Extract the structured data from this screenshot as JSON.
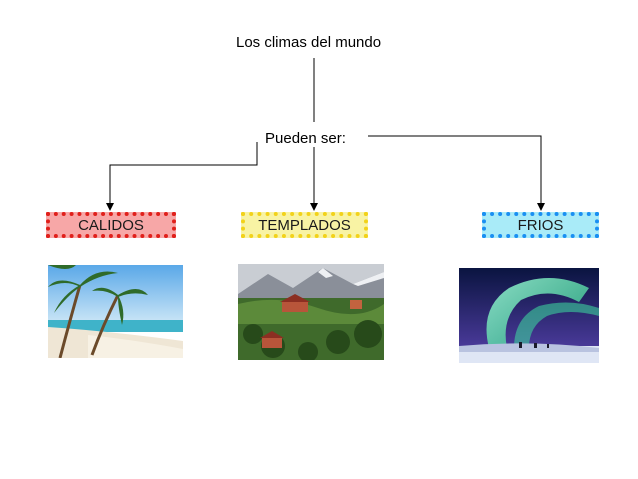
{
  "diagram": {
    "title": "Los climas del mundo",
    "subtitle": "Pueden ser:",
    "categories": [
      {
        "key": "calidos",
        "label": "CALIDOS",
        "fill": "#f7a7a7",
        "border": "#e0201b",
        "image": "tropical-beach-with-palm-trees"
      },
      {
        "key": "templados",
        "label": "TEMPLADOS",
        "fill": "#f8f3a4",
        "border": "#f2d21a",
        "image": "mountain-valley-with-houses"
      },
      {
        "key": "frios",
        "label": "FRIOS",
        "fill": "#a9ebf8",
        "border": "#1a8ff2",
        "image": "aurora-over-snow"
      }
    ]
  }
}
